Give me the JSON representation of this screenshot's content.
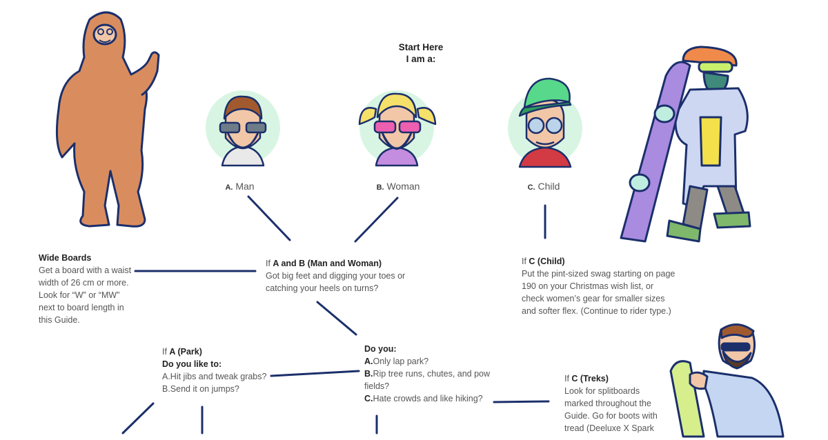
{
  "start": {
    "line1": "Start Here",
    "line2": "I am a:"
  },
  "options": [
    {
      "letter": "A.",
      "label": "Man"
    },
    {
      "letter": "B.",
      "label": "Woman"
    },
    {
      "letter": "C.",
      "label": "Child"
    }
  ],
  "wide_boards": {
    "title": "Wide Boards",
    "body": "Get a board with a waist width of 26 cm or more. Look for “W” or “MW” next to board length in this Guide."
  },
  "if_ab": {
    "prefix": "If ",
    "bold": "A and B (Man and Woman)",
    "body": "Got big feet and digging your toes or catching your heels on turns?"
  },
  "if_c_child": {
    "prefix": "If ",
    "bold": "C (Child)",
    "body": "Put the pint-sized swag starting on page 190 on your Christmas wish list, or check women’s gear for smaller sizes and softer flex. (Continue to rider type.)"
  },
  "do_you": {
    "title": "Do you:",
    "items": [
      {
        "letter": "A.",
        "text": "Only lap park?"
      },
      {
        "letter": "B.",
        "text": "Rip tree runs, chutes, and pow fields?"
      },
      {
        "letter": "C.",
        "text": "Hate crowds and like hiking?"
      }
    ]
  },
  "if_a_park": {
    "prefix": "If ",
    "bold": "A (Park)",
    "question": "Do you like to:",
    "items": [
      "A.Hit jibs and tweak grabs?",
      "B.Send it on jumps?"
    ]
  },
  "if_c_treks": {
    "prefix": "If ",
    "bold": "C (Treks)",
    "body": "Look for splitboards marked throughout the Guide. Go for boots with tread (Deeluxe X Spark"
  },
  "colors": {
    "line": "#1b2f6b",
    "avatar_bg": "#d8f5e3",
    "bigfoot": "#d98d5f",
    "board": "#a98be0"
  }
}
